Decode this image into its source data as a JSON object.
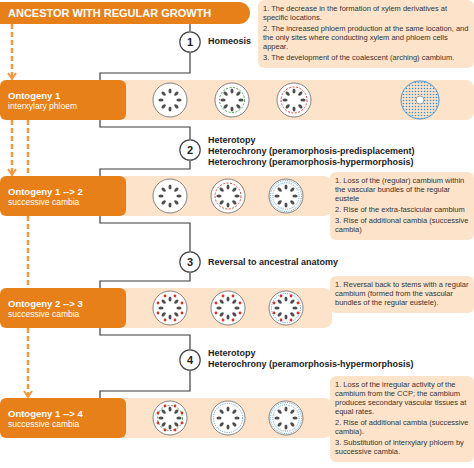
{
  "diagram": {
    "nodes": [
      {
        "text": [
          "ANCESTOR WITH REGULAR GROWTH"
        ]
      },
      {
        "text": [
          "1. The decrease in the formation of xylem derivatives at specific locations.",
          "2. The increased phloem production at the same location, and the only sites where conducting xylem and phloem cells appear.",
          "3. The development of the coalescent (arching) cambium."
        ]
      },
      {
        "text": [
          "1"
        ]
      },
      {
        "text": [
          "Ontogeny 1",
          "interxylary phloem"
        ]
      },
      {
        "text": [
          "2"
        ]
      },
      {
        "text": [
          "Ontogeny 1 --> 2",
          "successive cambia"
        ]
      },
      {
        "text": [
          "1. Loss of the (regular) cambium within the vascular bundles of the regular eustele",
          "2. Rise of the extra-fascicular cambium",
          "3. Rise of additional cambia (successive cambia)"
        ]
      },
      {
        "text": [
          "3"
        ]
      },
      {
        "text": [
          "Ontogeny 2 --> 3",
          "successive cambia"
        ]
      },
      {
        "text": [
          "1. Reversal back to stems with a regular cambium (formed from the vascular bundles of the regular eustele)."
        ]
      },
      {
        "text": [
          "4"
        ]
      },
      {
        "text": [
          "Ontogeny 1 --> 4",
          "successive cambia"
        ]
      },
      {
        "text": [
          "1. Loss of the irregular activity of the cambium from the CCP; the cambium produces secondary vascular tissues at equal rates.",
          "2. Rise of additional cambia (successive cambia).",
          "3. Substitution of interxylary phloem by successive cambia."
        ]
      }
    ],
    "edges": [
      {
        "from": 0,
        "to": 2,
        "arrow": "none"
      },
      {
        "from": 2,
        "to": 3,
        "arrow": "none"
      },
      {
        "from": 3,
        "to": 4,
        "arrow": "none"
      },
      {
        "from": 4,
        "to": 5,
        "arrow": "none"
      },
      {
        "from": 5,
        "to": 7,
        "arrow": "none"
      },
      {
        "from": 7,
        "to": 8,
        "arrow": "none"
      },
      {
        "from": 8,
        "to": 10,
        "arrow": "none"
      },
      {
        "from": 10,
        "to": 11,
        "arrow": "none"
      },
      {
        "from": 0,
        "to": 3,
        "arrow": "to"
      },
      {
        "from": 3,
        "to": 5,
        "arrow": "to"
      },
      {
        "from": 3,
        "to": 11,
        "arrow": "to"
      }
    ],
    "labels": [
      "Homeosis",
      "Heterotopy",
      "Heterochrony (peramorphosis-predisplacement)",
      "Heterochrony (peramorphosis-hypermorphosis)",
      "Reversal to ancestral anatomy",
      "Heterotopy",
      "Heterochrony (peramorphosis-hypermorphosis)"
    ]
  }
}
